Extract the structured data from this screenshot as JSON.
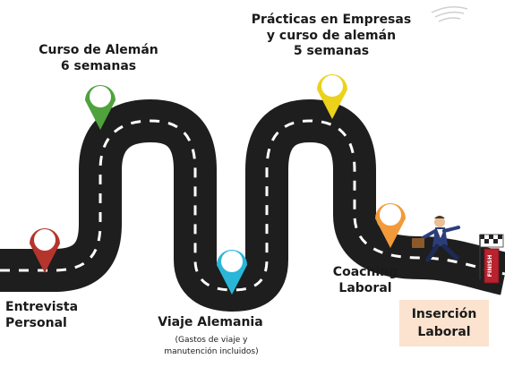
{
  "milestones": [
    {
      "id": "entrevista",
      "lines": [
        "Entrevista",
        "Personal"
      ],
      "color": "#b5342c"
    },
    {
      "id": "aleman",
      "lines": [
        "Curso de Alemán",
        "6 semanas"
      ],
      "color": "#4fa23c"
    },
    {
      "id": "viaje",
      "lines": [
        "Viaje Alemania"
      ],
      "note_lines": [
        "(Gastos de viaje y",
        "manutención incluidos)"
      ],
      "color": "#2ab6d8"
    },
    {
      "id": "practicas",
      "lines": [
        "Prácticas en Empresas",
        "y curso de alemán",
        "5 semanas"
      ],
      "color": "#ecd21a"
    },
    {
      "id": "coaching",
      "lines": [
        "Coaching",
        "Laboral"
      ],
      "color": "#f29a3a"
    }
  ],
  "goal": {
    "lines": [
      "Inserción",
      "Laboral"
    ],
    "background": "#fbe3cf"
  },
  "finish_sign": "FINISH",
  "colors": {
    "road": "#1e1e1e",
    "road_marking": "#ffffff",
    "finish_sign": "#b8232e",
    "businessman_suit": "#2c3e7a"
  }
}
